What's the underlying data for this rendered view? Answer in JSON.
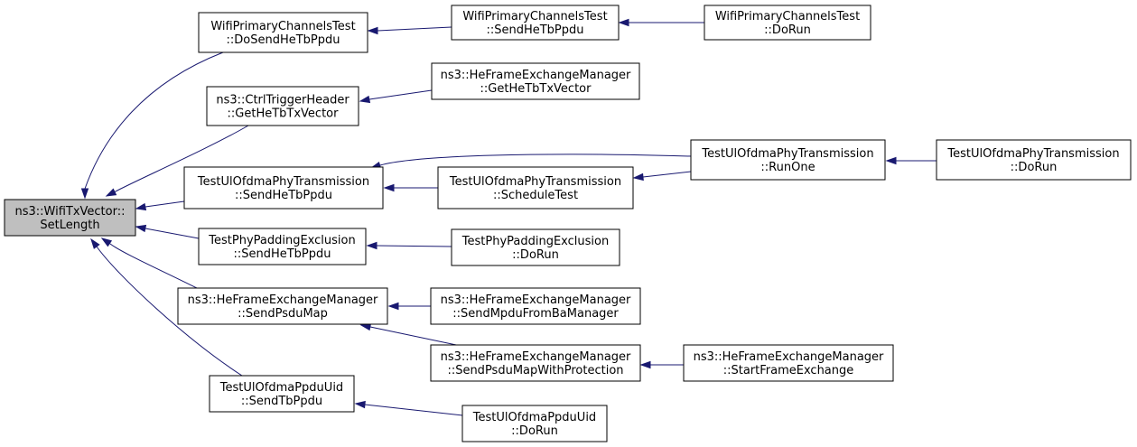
{
  "diagram": {
    "nodes": [
      {
        "id": "root",
        "lines": [
          "ns3::WifiTxVector::",
          "SetLength"
        ],
        "highlight": true
      },
      {
        "id": "wpct_dosend",
        "lines": [
          "WifiPrimaryChannelsTest",
          "::DoSendHeTbPpdu"
        ]
      },
      {
        "id": "wpct_send",
        "lines": [
          "WifiPrimaryChannelsTest",
          "::SendHeTbPpdu"
        ]
      },
      {
        "id": "wpct_dorun",
        "lines": [
          "WifiPrimaryChannelsTest",
          "::DoRun"
        ]
      },
      {
        "id": "ctrl_get",
        "lines": [
          "ns3::CtrlTriggerHeader",
          "::GetHeTbTxVector"
        ]
      },
      {
        "id": "hefem_get",
        "lines": [
          "ns3::HeFrameExchangeManager",
          "::GetHeTbTxVector"
        ]
      },
      {
        "id": "tuopt_send",
        "lines": [
          "TestUlOfdmaPhyTransmission",
          "::SendHeTbPpdu"
        ]
      },
      {
        "id": "tuopt_sched",
        "lines": [
          "TestUlOfdmaPhyTransmission",
          "::ScheduleTest"
        ]
      },
      {
        "id": "tuopt_runone",
        "lines": [
          "TestUlOfdmaPhyTransmission",
          "::RunOne"
        ]
      },
      {
        "id": "tuopt_dorun",
        "lines": [
          "TestUlOfdmaPhyTransmission",
          "::DoRun"
        ]
      },
      {
        "id": "tppe_send",
        "lines": [
          "TestPhyPaddingExclusion",
          "::SendHeTbPpdu"
        ]
      },
      {
        "id": "tppe_dorun",
        "lines": [
          "TestPhyPaddingExclusion",
          "::DoRun"
        ]
      },
      {
        "id": "hefem_sendpsdu",
        "lines": [
          "ns3::HeFrameExchangeManager",
          "::SendPsduMap"
        ]
      },
      {
        "id": "hefem_sendmpdu",
        "lines": [
          "ns3::HeFrameExchangeManager",
          "::SendMpduFromBaManager"
        ]
      },
      {
        "id": "hefem_sendprot",
        "lines": [
          "ns3::HeFrameExchangeManager",
          "::SendPsduMapWithProtection"
        ]
      },
      {
        "id": "hefem_start",
        "lines": [
          "ns3::HeFrameExchangeManager",
          "::StartFrameExchange"
        ]
      },
      {
        "id": "tuoppu_send",
        "lines": [
          "TestUlOfdmaPpduUid",
          "::SendTbPpdu"
        ]
      },
      {
        "id": "tuoppu_dorun",
        "lines": [
          "TestUlOfdmaPpduUid",
          "::DoRun"
        ]
      }
    ],
    "edges": [
      {
        "from": "wpct_dosend",
        "to": "root"
      },
      {
        "from": "ctrl_get",
        "to": "root"
      },
      {
        "from": "tuopt_send",
        "to": "root"
      },
      {
        "from": "tppe_send",
        "to": "root"
      },
      {
        "from": "hefem_sendpsdu",
        "to": "root"
      },
      {
        "from": "tuoppu_send",
        "to": "root"
      },
      {
        "from": "wpct_send",
        "to": "wpct_dosend"
      },
      {
        "from": "wpct_dorun",
        "to": "wpct_send"
      },
      {
        "from": "hefem_get",
        "to": "ctrl_get"
      },
      {
        "from": "tuopt_sched",
        "to": "tuopt_send"
      },
      {
        "from": "tuopt_runone",
        "to": "tuopt_send"
      },
      {
        "from": "tuopt_runone",
        "to": "tuopt_sched"
      },
      {
        "from": "tuopt_dorun",
        "to": "tuopt_runone"
      },
      {
        "from": "tppe_dorun",
        "to": "tppe_send"
      },
      {
        "from": "hefem_sendmpdu",
        "to": "hefem_sendpsdu"
      },
      {
        "from": "hefem_sendprot",
        "to": "hefem_sendpsdu"
      },
      {
        "from": "hefem_start",
        "to": "hefem_sendprot"
      },
      {
        "from": "tuoppu_dorun",
        "to": "tuoppu_send"
      }
    ]
  }
}
